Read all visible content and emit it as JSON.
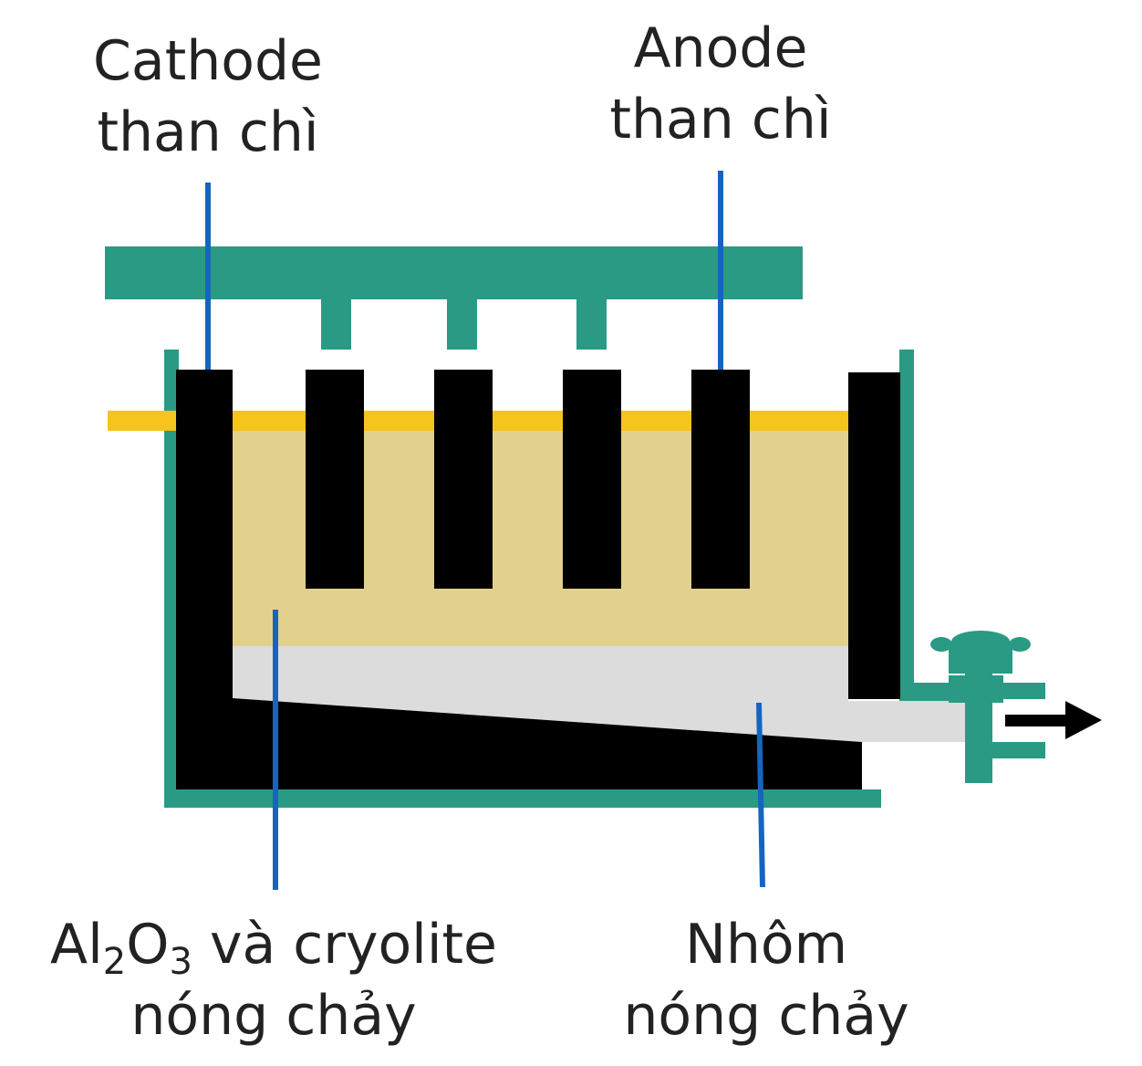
{
  "colors": {
    "frame": "#2a9a85",
    "graphite": "#000000",
    "electrolyte": "#e2d08f",
    "crust": "#f7c31d",
    "molten_aluminium": "#dcdcdc",
    "leader": "#1565c0",
    "arrow": "#000000",
    "text": "#222222"
  },
  "labels": {
    "cathode": {
      "line1": "Cathode",
      "line2": "than chì"
    },
    "anode": {
      "line1": "Anode",
      "line2": "than chì"
    },
    "electrolyte": {
      "formula_al": "Al",
      "formula_sub1": "2",
      "formula_o": "O",
      "formula_sub2": "3",
      "rest": " và cryolite",
      "line2": "nóng chảy"
    },
    "aluminium": {
      "line1": "Nhôm",
      "line2": "nóng chảy"
    }
  }
}
